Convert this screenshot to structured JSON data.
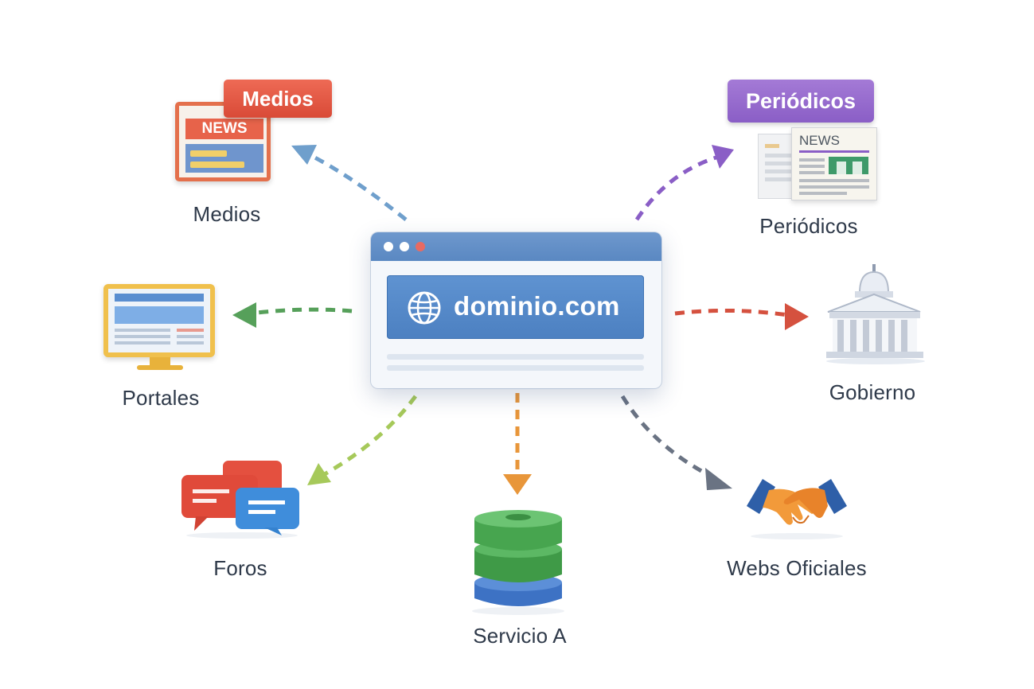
{
  "center": {
    "domain": "dominio.com"
  },
  "nodes": {
    "medios": {
      "badge": "Medios",
      "icon_text": "NEWS",
      "label": "Medios"
    },
    "periodicos": {
      "badge": "Periódicos",
      "icon_text": "NEWS",
      "label": "Periódicos"
    },
    "portales": {
      "label": "Portales"
    },
    "gobierno": {
      "label": "Gobierno"
    },
    "foros": {
      "label": "Foros"
    },
    "servicio": {
      "label": "Servicio A"
    },
    "webs": {
      "label": "Webs Oficiales"
    }
  },
  "colors": {
    "medios_arrow": "#6f9fcc",
    "periodicos_arrow": "#8a5ec6",
    "portales_arrow": "#56a05a",
    "gobierno_arrow": "#d5513f",
    "foros_arrow": "#a6c95a",
    "servicio_arrow": "#e8963a",
    "webs_arrow": "#6a7383",
    "browser_bar": "#5a88c2",
    "address_bar": "#4c80c1"
  },
  "icons": {
    "medios": "news-screen-icon",
    "periodicos": "newspaper-icon",
    "portales": "monitor-icon",
    "gobierno": "government-building-icon",
    "foros": "chat-bubbles-icon",
    "servicio": "database-icon",
    "webs": "handshake-icon",
    "center": "globe-icon"
  }
}
